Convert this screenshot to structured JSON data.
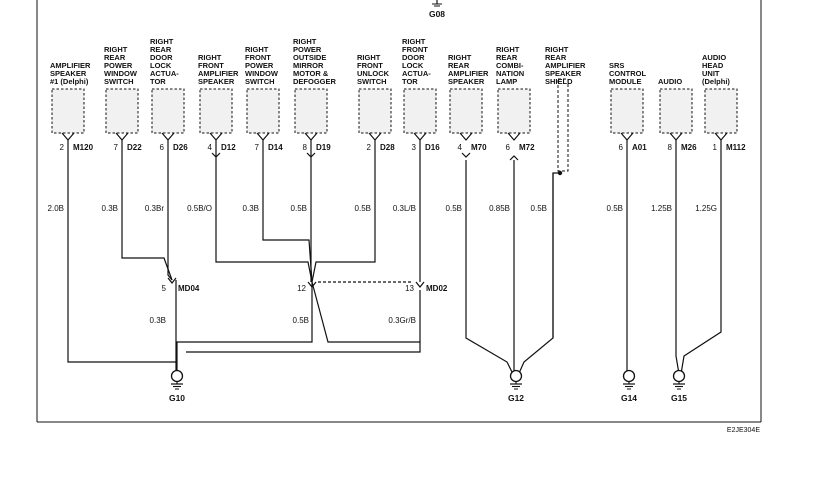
{
  "diagram": {
    "top_ground_label": "G08",
    "components": [
      {
        "name": [
          "AMPLIFIER",
          "SPEAKER",
          "#1 (Delphi)"
        ],
        "pin": "2",
        "connector": "M120",
        "wire": "2.0B"
      },
      {
        "name": [
          "RIGHT",
          "REAR",
          "POWER",
          "WINDOW",
          "SWITCH"
        ],
        "pin": "7",
        "connector": "D22",
        "wire": "0.3B"
      },
      {
        "name": [
          "RIGHT",
          "REAR",
          "DOOR",
          "LOCK",
          "ACTUA-",
          "TOR"
        ],
        "pin": "6",
        "connector": "D26",
        "wire": "0.3Br"
      },
      {
        "name": [
          "RIGHT",
          "FRONT",
          "AMPLIFIER",
          "SPEAKER"
        ],
        "pin": "4",
        "connector": "D12",
        "wire": "0.5B/O"
      },
      {
        "name": [
          "RIGHT",
          "FRONT",
          "POWER",
          "WINDOW",
          "SWITCH"
        ],
        "pin": "7",
        "connector": "D14",
        "wire": "0.3B"
      },
      {
        "name": [
          "RIGHT",
          "POWER",
          "OUTSIDE",
          "MIRROR",
          "MOTOR &",
          "DEFOGGER"
        ],
        "pin": "8",
        "connector": "D19",
        "wire": "0.5B"
      },
      {
        "name": [
          "RIGHT",
          "FRONT",
          "UNLOCK",
          "SWITCH"
        ],
        "pin": "2",
        "connector": "D28",
        "wire": "0.5B"
      },
      {
        "name": [
          "RIGHT",
          "FRONT",
          "DOOR",
          "LOCK",
          "ACTUA-",
          "TOR"
        ],
        "pin": "3",
        "connector": "D16",
        "wire": "0.3L/B"
      },
      {
        "name": [
          "RIGHT",
          "REAR",
          "AMPLIFIER",
          "SPEAKER"
        ],
        "pin": "4",
        "connector": "M70",
        "wire": "0.5B"
      },
      {
        "name": [
          "RIGHT",
          "REAR",
          "COMBI-",
          "NATION",
          "LAMP"
        ],
        "pin": "6",
        "connector": "M72",
        "wire": "0.85B"
      },
      {
        "name": [
          "RIGHT",
          "REAR",
          "AMPLIFIER",
          "SPEAKER",
          "SHIELD"
        ],
        "pin": "",
        "connector": "",
        "wire": "0.5B"
      },
      {
        "name": [
          "SRS",
          "CONTROL",
          "MODULE"
        ],
        "pin": "6",
        "connector": "A01",
        "wire": "0.5B"
      },
      {
        "name": [
          "AUDIO"
        ],
        "pin": "8",
        "connector": "M26",
        "wire": "1.25B"
      },
      {
        "name": [
          "AUDIO",
          "HEAD",
          "UNIT",
          "(Delphi)"
        ],
        "pin": "1",
        "connector": "M112",
        "wire": "1.25G"
      }
    ],
    "splices": [
      {
        "pin": "5",
        "connector": "MD04",
        "wire": "0.3B"
      },
      {
        "pin": "12",
        "connector": "",
        "wire": "0.5B"
      },
      {
        "pin": "13",
        "connector": "MD02",
        "wire": "0.3Gr/B"
      }
    ],
    "grounds": [
      "G10",
      "G12",
      "G14",
      "G15"
    ],
    "figure_ref": "E2JE304E"
  }
}
